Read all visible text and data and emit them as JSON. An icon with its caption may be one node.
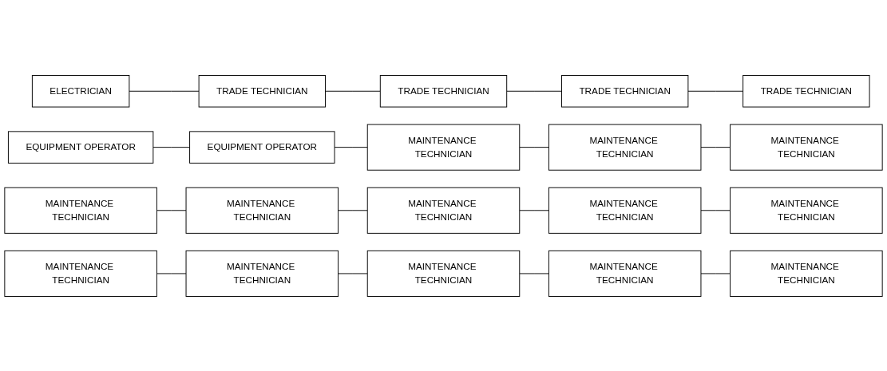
{
  "diagram": {
    "nodes": [
      {
        "text": [
          "ELECTRICIAN"
        ]
      },
      {
        "text": [
          "TRADE TECHNICIAN"
        ]
      },
      {
        "text": [
          "TRADE TECHNICIAN"
        ]
      },
      {
        "text": [
          "TRADE TECHNICIAN"
        ]
      },
      {
        "text": [
          "TRADE TECHNICIAN"
        ]
      },
      {
        "text": [
          "EQUIPMENT OPERATOR"
        ]
      },
      {
        "text": [
          "EQUIPMENT OPERATOR"
        ]
      },
      {
        "text": [
          "MAINTENANCE TECHNICIAN"
        ]
      },
      {
        "text": [
          "MAINTENANCE TECHNICIAN"
        ]
      },
      {
        "text": [
          "MAINTENANCE TECHNICIAN"
        ]
      },
      {
        "text": [
          "MAINTENANCE TECHNICIAN"
        ]
      },
      {
        "text": [
          "MAINTENANCE TECHNICIAN"
        ]
      },
      {
        "text": [
          "MAINTENANCE TECHNICIAN"
        ]
      },
      {
        "text": [
          "MAINTENANCE TECHNICIAN"
        ]
      },
      {
        "text": [
          "MAINTENANCE TECHNICIAN"
        ]
      },
      {
        "text": [
          "MAINTENANCE TECHNICIAN"
        ]
      },
      {
        "text": [
          "MAINTENANCE TECHNICIAN"
        ]
      },
      {
        "text": [
          "MAINTENANCE TECHNICIAN"
        ]
      },
      {
        "text": [
          "MAINTENANCE TECHNICIAN"
        ]
      },
      {
        "text": [
          "MAINTENANCE TECHNICIAN"
        ]
      }
    ],
    "edges": [
      {
        "from": 0,
        "to": 1,
        "arrow": "none"
      },
      {
        "from": 1,
        "to": 2,
        "arrow": "none"
      },
      {
        "from": 2,
        "to": 3,
        "arrow": "none"
      },
      {
        "from": 3,
        "to": 4,
        "arrow": "none"
      },
      {
        "from": 5,
        "to": 6,
        "arrow": "none"
      },
      {
        "from": 6,
        "to": 7,
        "arrow": "none"
      },
      {
        "from": 7,
        "to": 8,
        "arrow": "none"
      },
      {
        "from": 8,
        "to": 9,
        "arrow": "none"
      },
      {
        "from": 10,
        "to": 11,
        "arrow": "none"
      },
      {
        "from": 11,
        "to": 12,
        "arrow": "none"
      },
      {
        "from": 12,
        "to": 13,
        "arrow": "none"
      },
      {
        "from": 13,
        "to": 14,
        "arrow": "none"
      },
      {
        "from": 15,
        "to": 16,
        "arrow": "none"
      },
      {
        "from": 16,
        "to": 17,
        "arrow": "none"
      },
      {
        "from": 17,
        "to": 18,
        "arrow": "none"
      },
      {
        "from": 18,
        "to": 19,
        "arrow": "none"
      }
    ]
  }
}
